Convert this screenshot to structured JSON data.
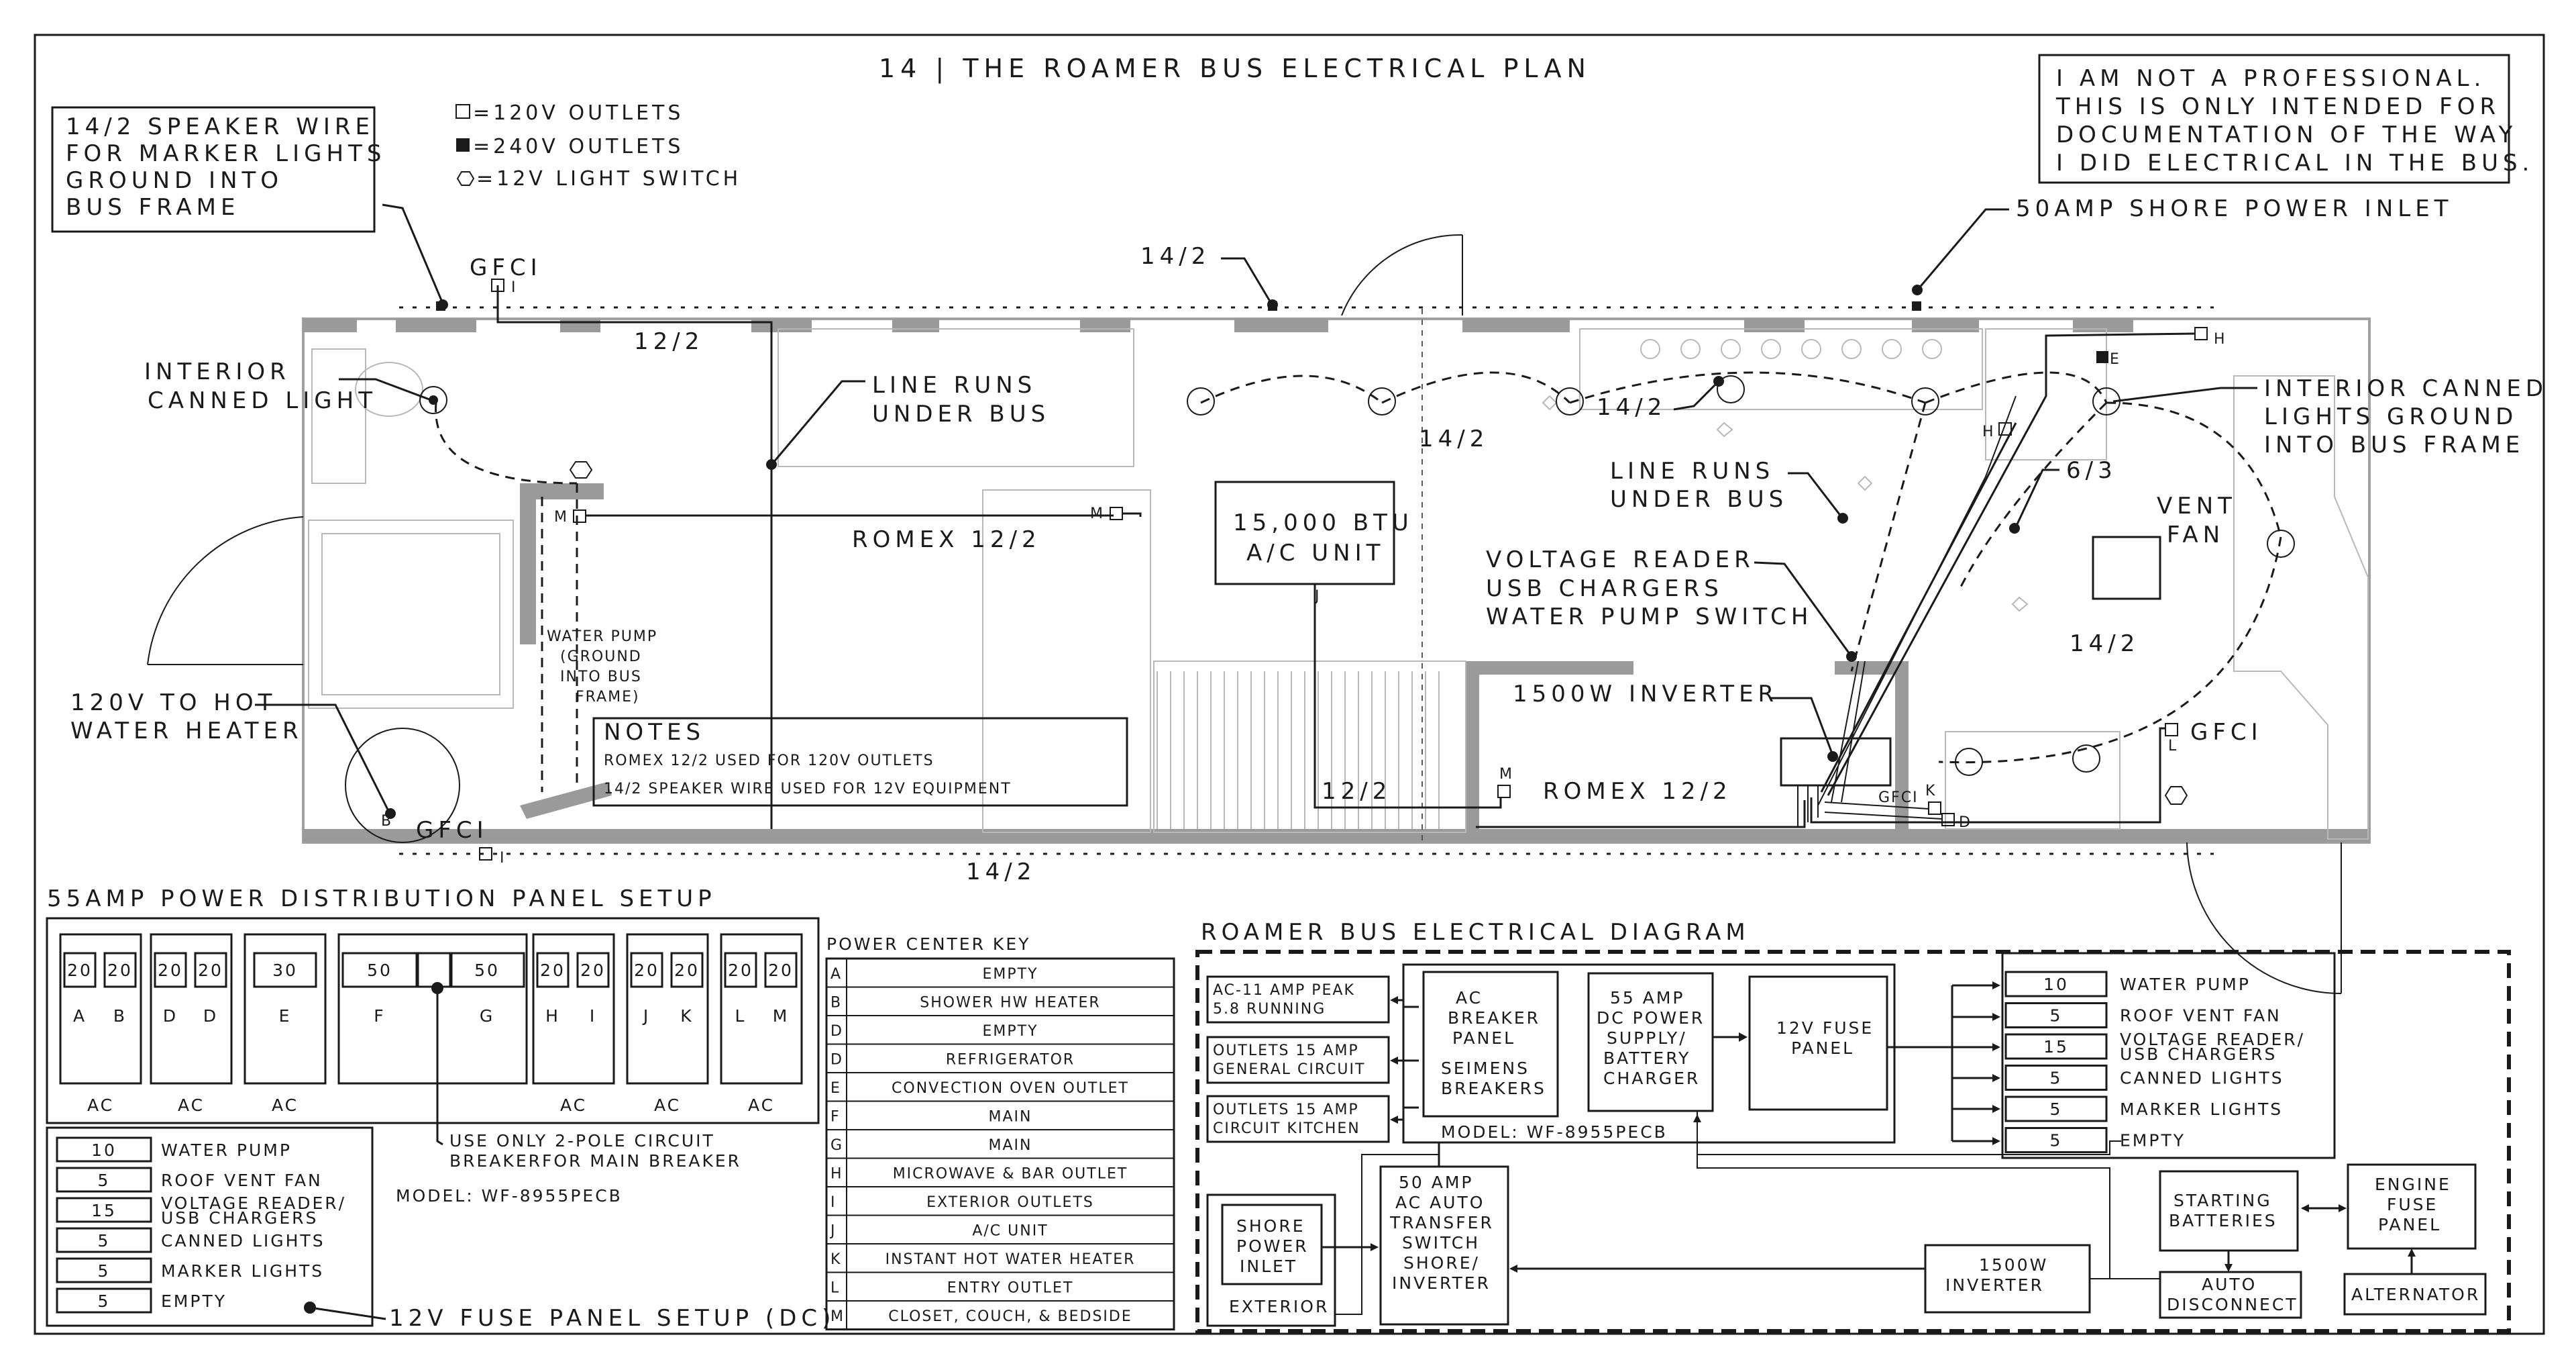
{
  "title": "14 | THE ROAMER BUS ELECTRICAL PLAN",
  "disclaimer": [
    "I AM NOT A PROFESSIONAL.",
    "THIS IS ONLY INTENDED FOR",
    "DOCUMENTATION OF THE WAY",
    "I DID ELECTRICAL IN THE BUS."
  ],
  "legend": {
    "outlet120": "=120V OUTLETS",
    "outlet240": "=240V OUTLETS",
    "switch12": "=12V LIGHT SWITCH"
  },
  "speaker_note": [
    "14/2 SPEAKER WIRE",
    "FOR MARKER LIGHTS",
    "GROUND INTO",
    "BUS FRAME"
  ],
  "plan_labels": {
    "gfci": "GFCI",
    "wire_14_2": "14/2",
    "wire_12_2": "12/2",
    "shore_inlet": "50AMP SHORE POWER INLET",
    "interior_light": [
      "INTERIOR",
      "CANNED LIGHT"
    ],
    "line_runs_1": [
      "LINE RUNS",
      "UNDER BUS"
    ],
    "line_runs_2": [
      "LINE RUNS",
      "UNDER BUS"
    ],
    "canned_ground": [
      "INTERIOR CANNED",
      "LIGHTS GROUND",
      "INTO BUS FRAME"
    ],
    "ac_unit": [
      "15,000 BTU",
      "A/C UNIT"
    ],
    "romex": "ROMEX 12/2",
    "water_pump": [
      "WATER PUMP",
      "(GROUND",
      "INTO BUS",
      "FRAME)"
    ],
    "voltage_reader": [
      "VOLTAGE READER",
      "USB CHARGERS",
      "WATER PUMP SWITCH"
    ],
    "inverter_1500": "1500W INVERTER",
    "vent_fan": [
      "VENT",
      "FAN"
    ],
    "wire_6_3": "6/3",
    "hot_water": [
      "120V TO HOT",
      "WATER HEATER"
    ],
    "letters": {
      "m": "M",
      "h": "H",
      "e": "E",
      "j": "J",
      "b": "B",
      "i": "I",
      "k": "K",
      "d": "D",
      "l": "L"
    }
  },
  "notes": {
    "heading": "NOTES",
    "lines": [
      "ROMEX 12/2 USED FOR 120V OUTLETS",
      "14/2 SPEAKER WIRE USED FOR 12V EQUIPMENT"
    ]
  },
  "panel_setup": {
    "heading": "55AMP POWER DISTRIBUTION PANEL SETUP",
    "groups": [
      {
        "breakers": [
          {
            "amps": "20",
            "letter": "A"
          },
          {
            "amps": "20",
            "letter": "B"
          }
        ],
        "type": "AC"
      },
      {
        "breakers": [
          {
            "amps": "20",
            "letter": "D"
          },
          {
            "amps": "20",
            "letter": "D"
          }
        ],
        "type": "AC"
      },
      {
        "breakers": [
          {
            "amps": "30",
            "letter": "E"
          }
        ],
        "type": "AC"
      },
      {
        "breakers": [
          {
            "amps": "50",
            "letter": "F"
          },
          {
            "amps": "50",
            "letter": "G"
          }
        ],
        "type": ""
      },
      {
        "breakers": [
          {
            "amps": "20",
            "letter": "H"
          },
          {
            "amps": "20",
            "letter": "I"
          }
        ],
        "type": "AC"
      },
      {
        "breakers": [
          {
            "amps": "20",
            "letter": "J"
          },
          {
            "amps": "20",
            "letter": "K"
          }
        ],
        "type": "AC"
      },
      {
        "breakers": [
          {
            "amps": "20",
            "letter": "L"
          },
          {
            "amps": "20",
            "letter": "M"
          }
        ],
        "type": "AC"
      }
    ],
    "main_note": [
      "USE ONLY 2-POLE CIRCUIT",
      "BREAKERFOR MAIN BREAKER"
    ],
    "model": "MODEL: WF-8955PECB"
  },
  "fuse_panel_setup": {
    "heading": "12V FUSE PANEL SETUP (DC)",
    "rows": [
      {
        "amps": "10",
        "label": "WATER PUMP"
      },
      {
        "amps": "5",
        "label": "ROOF VENT FAN"
      },
      {
        "amps": "15",
        "label": "VOLTAGE READER/ USB CHARGERS"
      },
      {
        "amps": "5",
        "label": "CANNED LIGHTS"
      },
      {
        "amps": "5",
        "label": "MARKER LIGHTS"
      },
      {
        "amps": "5",
        "label": "EMPTY"
      }
    ]
  },
  "power_key": {
    "heading": "POWER CENTER KEY",
    "rows": [
      {
        "letter": "A",
        "label": "EMPTY"
      },
      {
        "letter": "B",
        "label": "SHOWER HW HEATER"
      },
      {
        "letter": "D",
        "label": "EMPTY"
      },
      {
        "letter": "D",
        "label": "REFRIGERATOR"
      },
      {
        "letter": "E",
        "label": "CONVECTION OVEN OUTLET"
      },
      {
        "letter": "F",
        "label": "MAIN"
      },
      {
        "letter": "G",
        "label": "MAIN"
      },
      {
        "letter": "H",
        "label": "MICROWAVE & BAR OUTLET"
      },
      {
        "letter": "I",
        "label": "EXTERIOR OUTLETS"
      },
      {
        "letter": "J",
        "label": "A/C UNIT"
      },
      {
        "letter": "K",
        "label": "INSTANT HOT WATER HEATER"
      },
      {
        "letter": "L",
        "label": "ENTRY OUTLET"
      },
      {
        "letter": "M",
        "label": "CLOSET, COUCH, & BEDSIDE"
      }
    ]
  },
  "diagram": {
    "heading": "ROAMER BUS ELECTRICAL DIAGRAM",
    "ac_peak": [
      "AC-11 AMP PEAK",
      "5.8 RUNNING"
    ],
    "outlets_gen": [
      "OUTLETS 15 AMP",
      "GENERAL CIRCUIT"
    ],
    "outlets_kit": [
      "OUTLETS 15 AMP",
      "CIRCUIT KITCHEN"
    ],
    "ac_breaker": [
      "AC",
      "BREAKER",
      "PANEL",
      "",
      "SEIMENS",
      "BREAKERS"
    ],
    "dc_supply": [
      "55 AMP",
      "DC POWER",
      "SUPPLY/",
      "BATTERY",
      "CHARGER"
    ],
    "fuse12": [
      "12V FUSE",
      "PANEL"
    ],
    "model": "MODEL: WF-8955PECB",
    "fuses": [
      {
        "amps": "10",
        "label": "WATER PUMP"
      },
      {
        "amps": "5",
        "label": "ROOF VENT FAN"
      },
      {
        "amps": "15",
        "label": "VOLTAGE READER/ USB CHARGERS"
      },
      {
        "amps": "5",
        "label": "CANNED LIGHTS"
      },
      {
        "amps": "5",
        "label": "MARKER LIGHTS"
      },
      {
        "amps": "5",
        "label": "EMPTY"
      }
    ],
    "shore_inlet": [
      "SHORE",
      "POWER",
      "INLET"
    ],
    "exterior": "EXTERIOR",
    "transfer_switch": [
      "50 AMP",
      "AC AUTO",
      "TRANSFER",
      "SWITCH",
      "SHORE/",
      "INVERTER"
    ],
    "inverter": [
      "1500W",
      "INVERTER"
    ],
    "starting_batteries": [
      "STARTING",
      "BATTERIES"
    ],
    "auto_disconnect": [
      "AUTO",
      "DISCONNECT"
    ],
    "engine_fuse": [
      "ENGINE",
      "FUSE",
      "PANEL"
    ],
    "alternator": "ALTERNATOR"
  }
}
